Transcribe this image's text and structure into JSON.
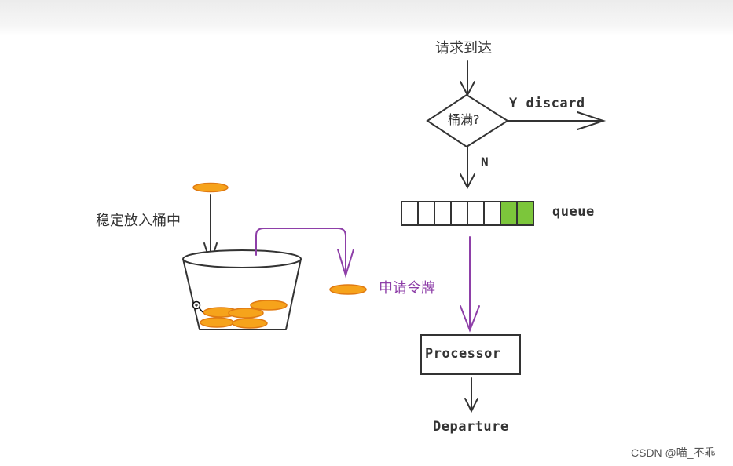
{
  "labels": {
    "request_arrival": "请求到达",
    "bucket_full": "桶满?",
    "yes_discard": "Y discard",
    "no": "N",
    "queue": "queue",
    "processor": "Processor",
    "departure": "Departure",
    "steady_put": "稳定放入桶中",
    "apply_token": "申请令牌"
  },
  "queue": {
    "cells": 8,
    "filled_cells": 2,
    "fill_color": "#7cc63b"
  },
  "colors": {
    "stroke": "#333333",
    "purple": "#8e3fa8",
    "token_fill": "#f6a31b",
    "token_stroke": "#e07a12"
  },
  "watermark": "CSDN @喵_不乖"
}
